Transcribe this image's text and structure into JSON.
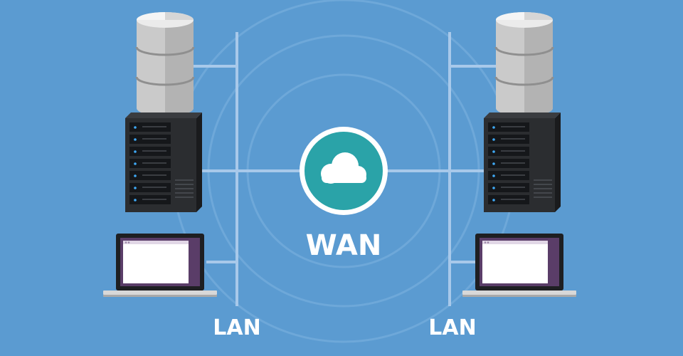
{
  "labels": {
    "wan": "WAN",
    "lan_left": "LAN",
    "lan_right": "LAN"
  },
  "colors": {
    "background": "#5b9bd1",
    "network_line": "#a8c9ea",
    "wan_circle": "#2aa3a8",
    "wan_ring": "#ffffff",
    "server_body": "#222426",
    "disk_body": "#cfcfcf",
    "laptop_screen_frame": "#5a3d68",
    "label_text": "#ffffff"
  },
  "icons": {
    "wan": "cloud-icon",
    "database": "database-icon",
    "server": "server-rack-icon",
    "laptop": "laptop-icon"
  }
}
